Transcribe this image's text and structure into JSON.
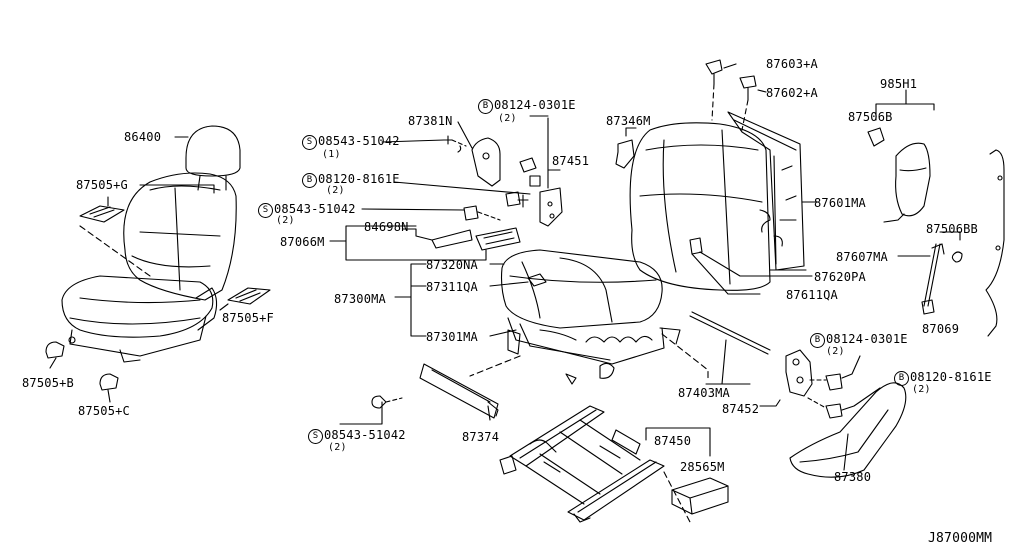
{
  "diagram_id": "J87000MM",
  "labels": {
    "p86400": "86400",
    "p87505g": "87505+G",
    "p87505f": "87505+F",
    "p87505b": "87505+B",
    "p87505c": "87505+C",
    "p87381n": "87381N",
    "s1_code": "08543-51042",
    "s1_qty": "(1)",
    "b1_code": "08124-0301E",
    "b1_qty": "(2)",
    "p87451": "87451",
    "b2_code": "08120-8161E",
    "b2_qty": "(2)",
    "s2_code": "08543-51042",
    "s2_qty": "(2)",
    "p84698n": "84698N",
    "p87066m": "87066M",
    "p87320na": "87320NA",
    "p87300ma": "87300MA",
    "p87311qa": "87311QA",
    "p87301ma": "87301MA",
    "p87374": "87374",
    "s3_code": "08543-51042",
    "s3_qty": "(2)",
    "p87346m": "87346M",
    "p87603a": "87603+A",
    "p87602a": "87602+A",
    "p985h1": "985H1",
    "p87506b": "87506B",
    "p87601ma": "87601MA",
    "p87506bb": "87506BB",
    "p87607ma": "87607MA",
    "p87620pa": "87620PA",
    "p87611qa": "87611QA",
    "p87069": "87069",
    "b3_code": "08124-0301E",
    "b3_qty": "(2)",
    "p87403ma": "87403MA",
    "p87452": "87452",
    "b4_code": "08120-8161E",
    "b4_qty": "(2)",
    "p87450": "87450",
    "p28565m": "28565M",
    "p87380": "87380"
  },
  "markers": {
    "s": "S",
    "b": "B"
  }
}
